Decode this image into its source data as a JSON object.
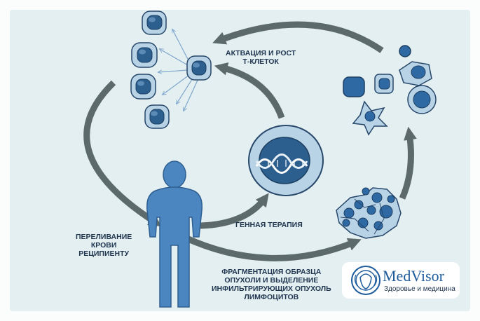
{
  "labels": {
    "activation": [
      "АКТВАЦИЯ И РОСТ",
      "Т-КЛЕТОК"
    ],
    "transfusion": [
      "ПЕРЕЛИВАНИЕ",
      "КРОВИ",
      "РЕЦИПИЕНТУ"
    ],
    "gene_therapy": "ГЕННАЯ ТЕРАПИЯ",
    "fragmentation": [
      "ФРАГМЕНТАЦИЯ ОБРАЗЦА",
      "ОПУХОЛИ И ВЫДЕЛЕНИЕ",
      "ИНФИЛЬТРИРУЮЩИХ ОПУХОЛЬ",
      "ЛИМФОЦИТОВ"
    ]
  },
  "logo": {
    "name": "MedVisor",
    "tagline": "Здоровье и медицина"
  },
  "colors": {
    "background": "#e3eff0",
    "arrow": "#5d6a6c",
    "cell_fill": "#b9d3e6",
    "nucleus": "#2c5f8e",
    "tumor": "#2f69a4",
    "person": "#4c86c1",
    "text": "#1f3550",
    "logo_blue": "#1e5c9c"
  }
}
